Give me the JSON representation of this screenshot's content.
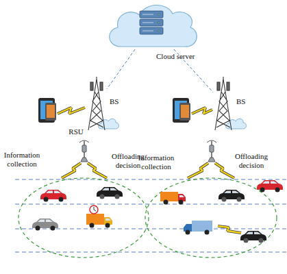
{
  "diagram": {
    "nodes": [
      {
        "text": [
          "Cloud server"
        ]
      },
      {
        "text": [
          "BS"
        ]
      },
      {
        "text": [
          "BS"
        ]
      }
    ],
    "edges": [
      {
        "from": 0,
        "to": 1,
        "arrow": "none"
      },
      {
        "from": 0,
        "to": 2,
        "arrow": "none"
      }
    ],
    "labels": [
      "RSU",
      "Information collection",
      "Offloading decision",
      "Information collection",
      "Offloading decision"
    ]
  }
}
